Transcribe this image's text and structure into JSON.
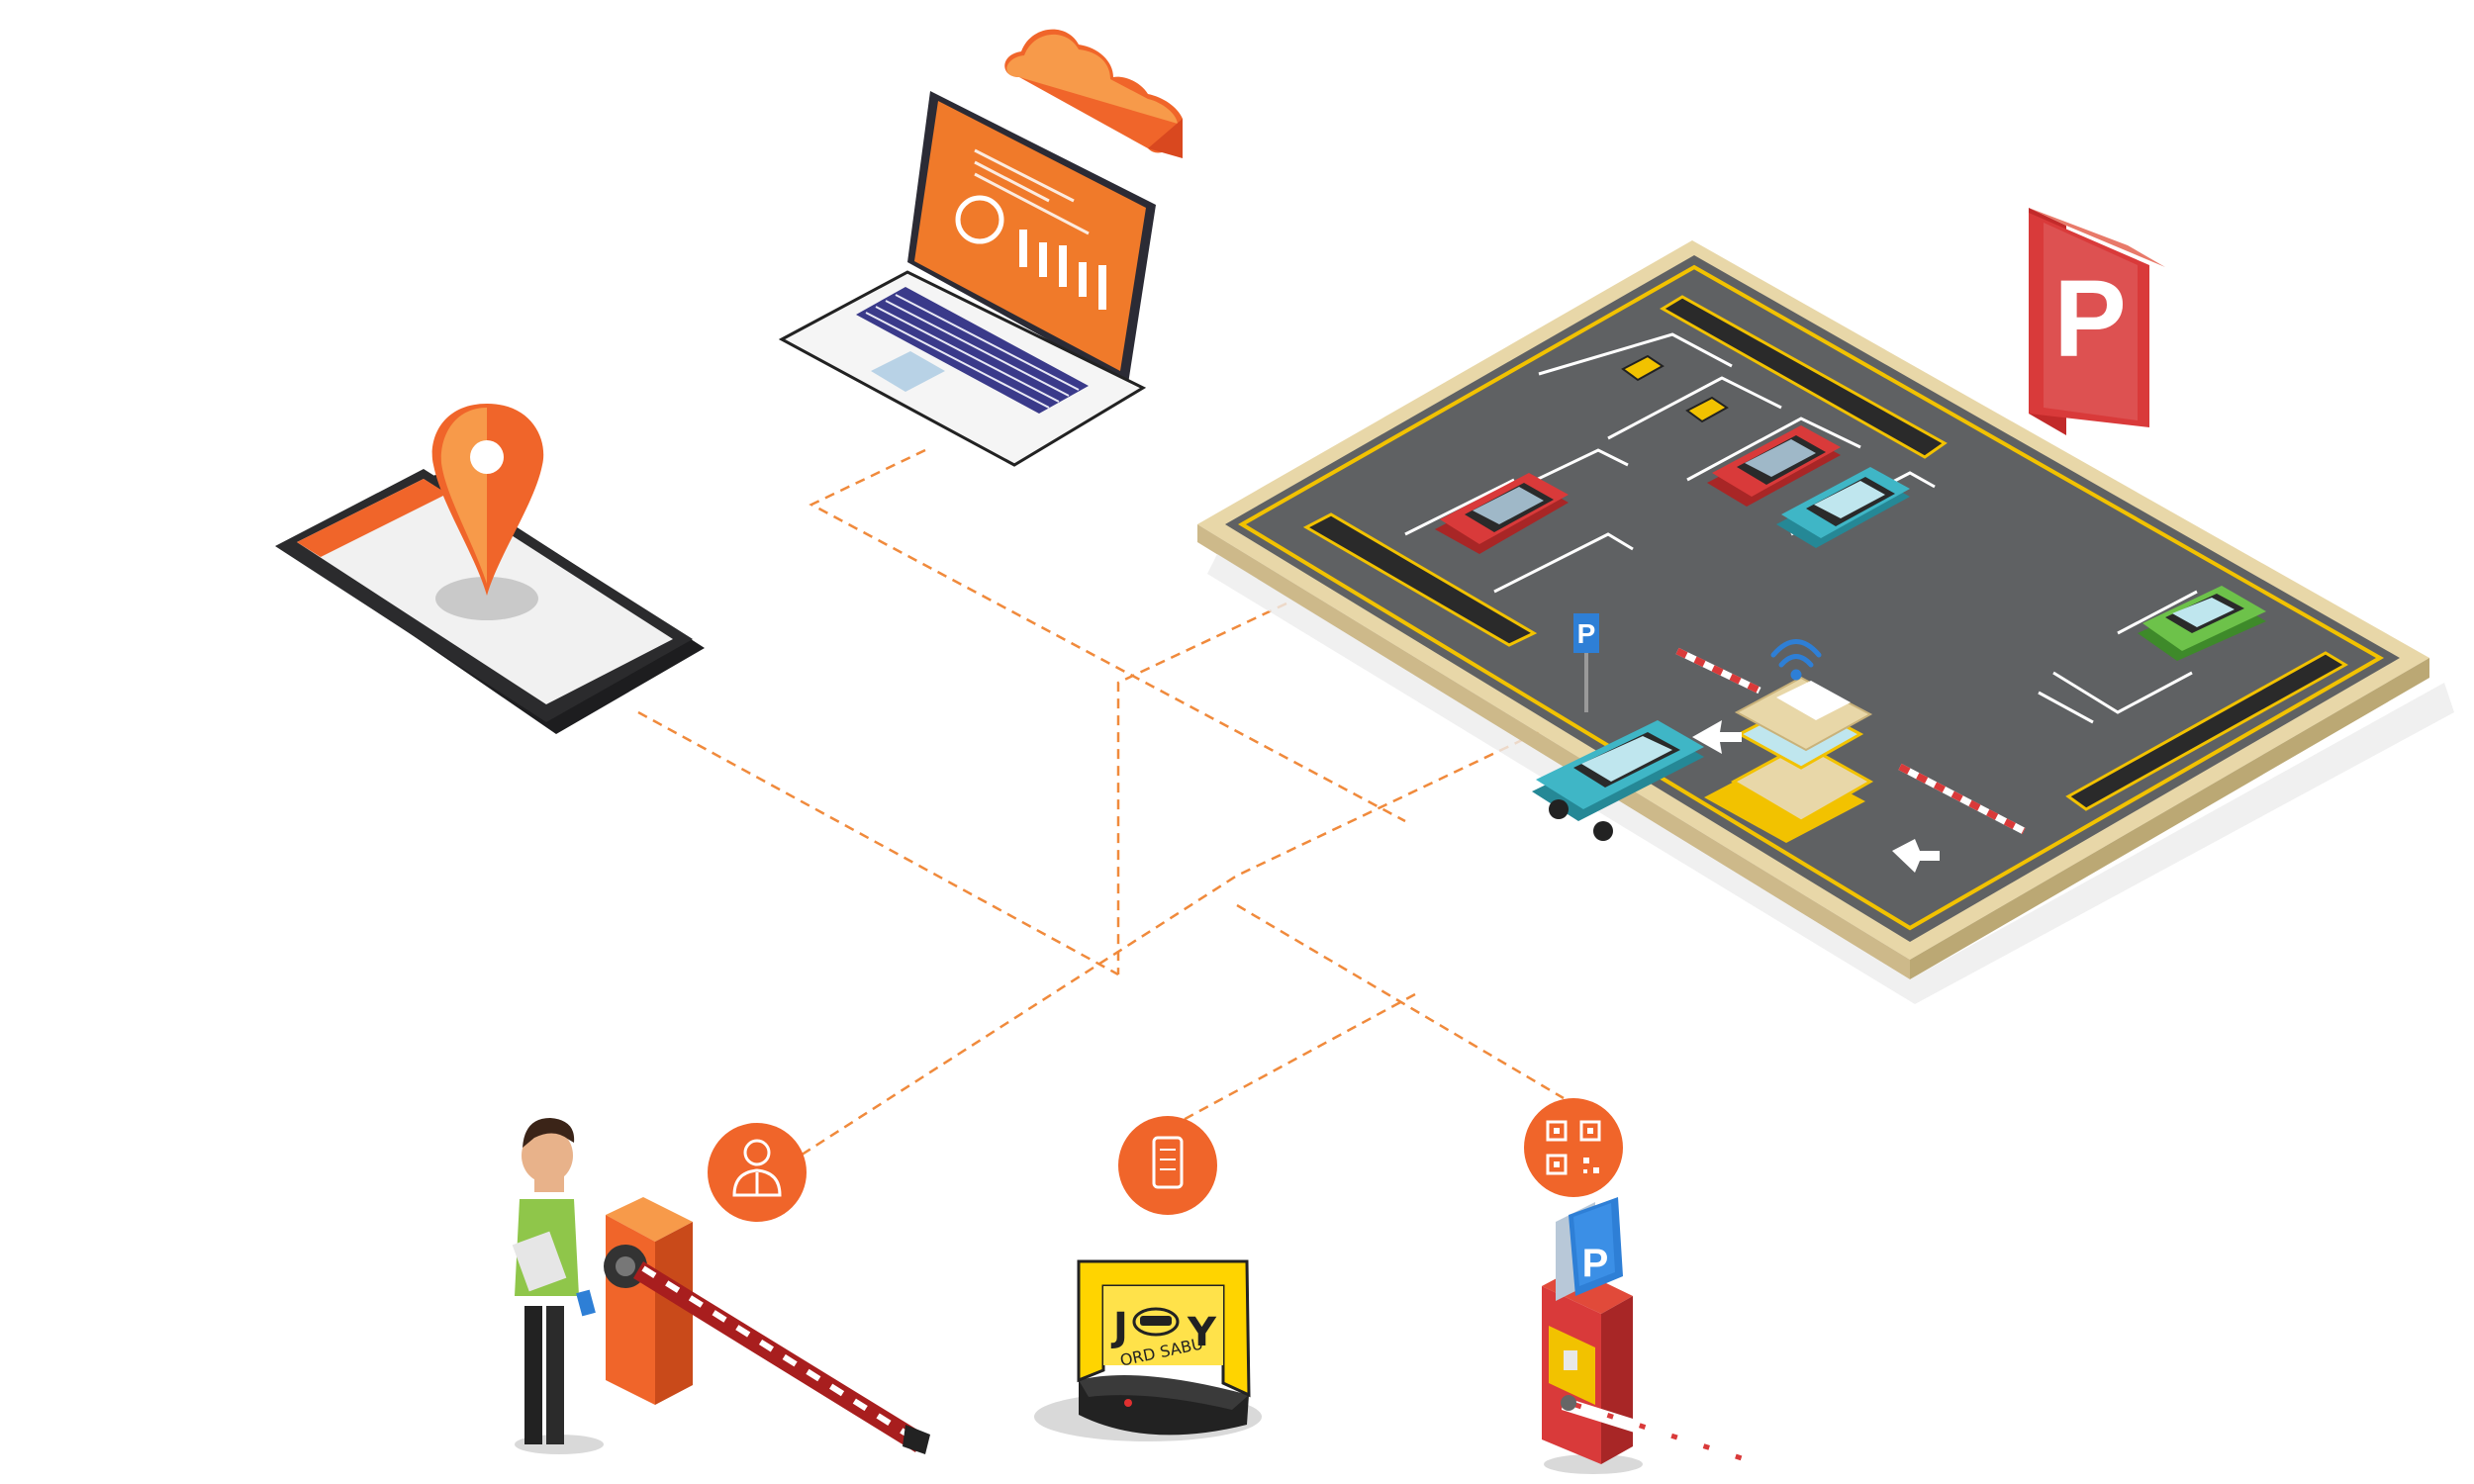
{
  "parking_sign": {
    "letter": "P"
  },
  "lot_post_sign": {
    "letter": "P"
  },
  "pay_station": {
    "letter": "P"
  },
  "lock_device": {
    "brand_j": "J",
    "brand_y": "Y",
    "brand_sub": "ORD SABU"
  },
  "colors": {
    "accent": "#F0652A",
    "accent_light": "#F79A4A",
    "lot_wall": "#E8D7A8",
    "lot_floor": "#5F6163",
    "line_yellow": "#F2C200",
    "car_red": "#D93A3A",
    "car_teal": "#3FB6C6",
    "car_green": "#6DC24A"
  },
  "icons": [
    "map-pin-icon",
    "cloud-icon",
    "parking-p-icon",
    "wifi-icon",
    "attendant-icon",
    "mobile-app-icon",
    "qr-code-icon"
  ]
}
